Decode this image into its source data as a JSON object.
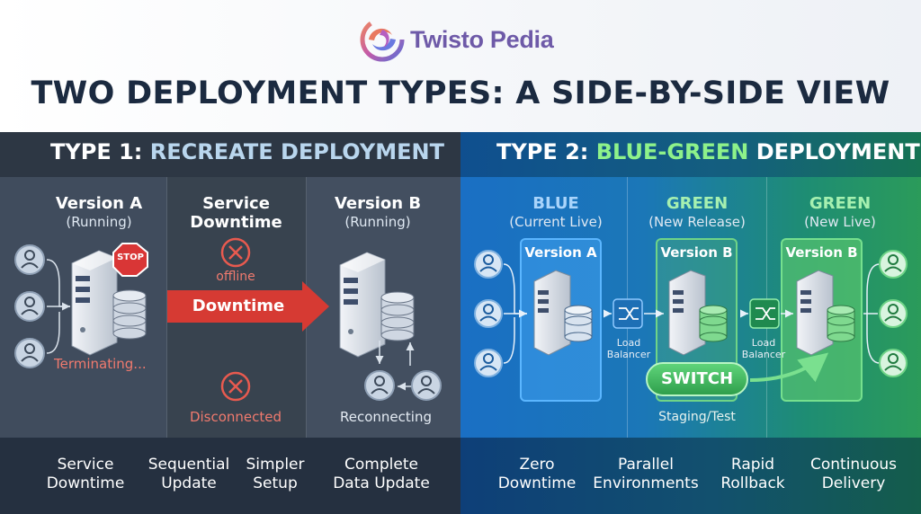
{
  "logo": {
    "text": "Twisto Pedia"
  },
  "title": "TWO DEPLOYMENT TYPES: A SIDE-BY-SIDE VIEW",
  "left": {
    "title_prefix": "TYPE 1: ",
    "title_highlight": "RECREATE DEPLOYMENT",
    "stages": [
      {
        "name": "Version A",
        "sub": "(Running)"
      },
      {
        "name": "Service",
        "sub": "Downtime"
      },
      {
        "name": "Version B",
        "sub": "(Running)"
      }
    ],
    "stop_label": "STOP",
    "terminating": "Terminating...",
    "offline": "offline",
    "arrow_label": "Downtime",
    "disconnected": "Disconnected",
    "reconnecting": "Reconnecting",
    "features": [
      {
        "line1": "Service",
        "line2": "Downtime"
      },
      {
        "line1": "Sequential",
        "line2": "Update"
      },
      {
        "line1": "Simpler",
        "line2": "Setup"
      },
      {
        "line1": "Complete",
        "line2": "Data Update"
      }
    ]
  },
  "right": {
    "title_prefix": "TYPE 2: ",
    "title_highlight": "BLUE-GREEN",
    "title_suffix": " DEPLOYMENT",
    "stages": [
      {
        "name": "BLUE",
        "sub": "(Current Live)",
        "box": "Version A"
      },
      {
        "name": "GREEN",
        "sub": "(New Release)",
        "box": "Version B"
      },
      {
        "name": "GREEN",
        "sub": "(New Live)",
        "box": "Version B"
      }
    ],
    "load_balancer_1": "Load Balancer",
    "load_balancer_2": "Load Balancer",
    "switch_label": "SWITCH",
    "staging": "Staging/Test",
    "features": [
      {
        "line1": "Zero",
        "line2": "Downtime"
      },
      {
        "line1": "Parallel",
        "line2": "Environments"
      },
      {
        "line1": "Rapid",
        "line2": "Rollback"
      },
      {
        "line1": "Continuous",
        "line2": "Delivery"
      }
    ]
  },
  "colors": {
    "blue_accent": "#3ea3f0",
    "green_accent": "#5fd47a",
    "red_accent": "#e04040"
  }
}
